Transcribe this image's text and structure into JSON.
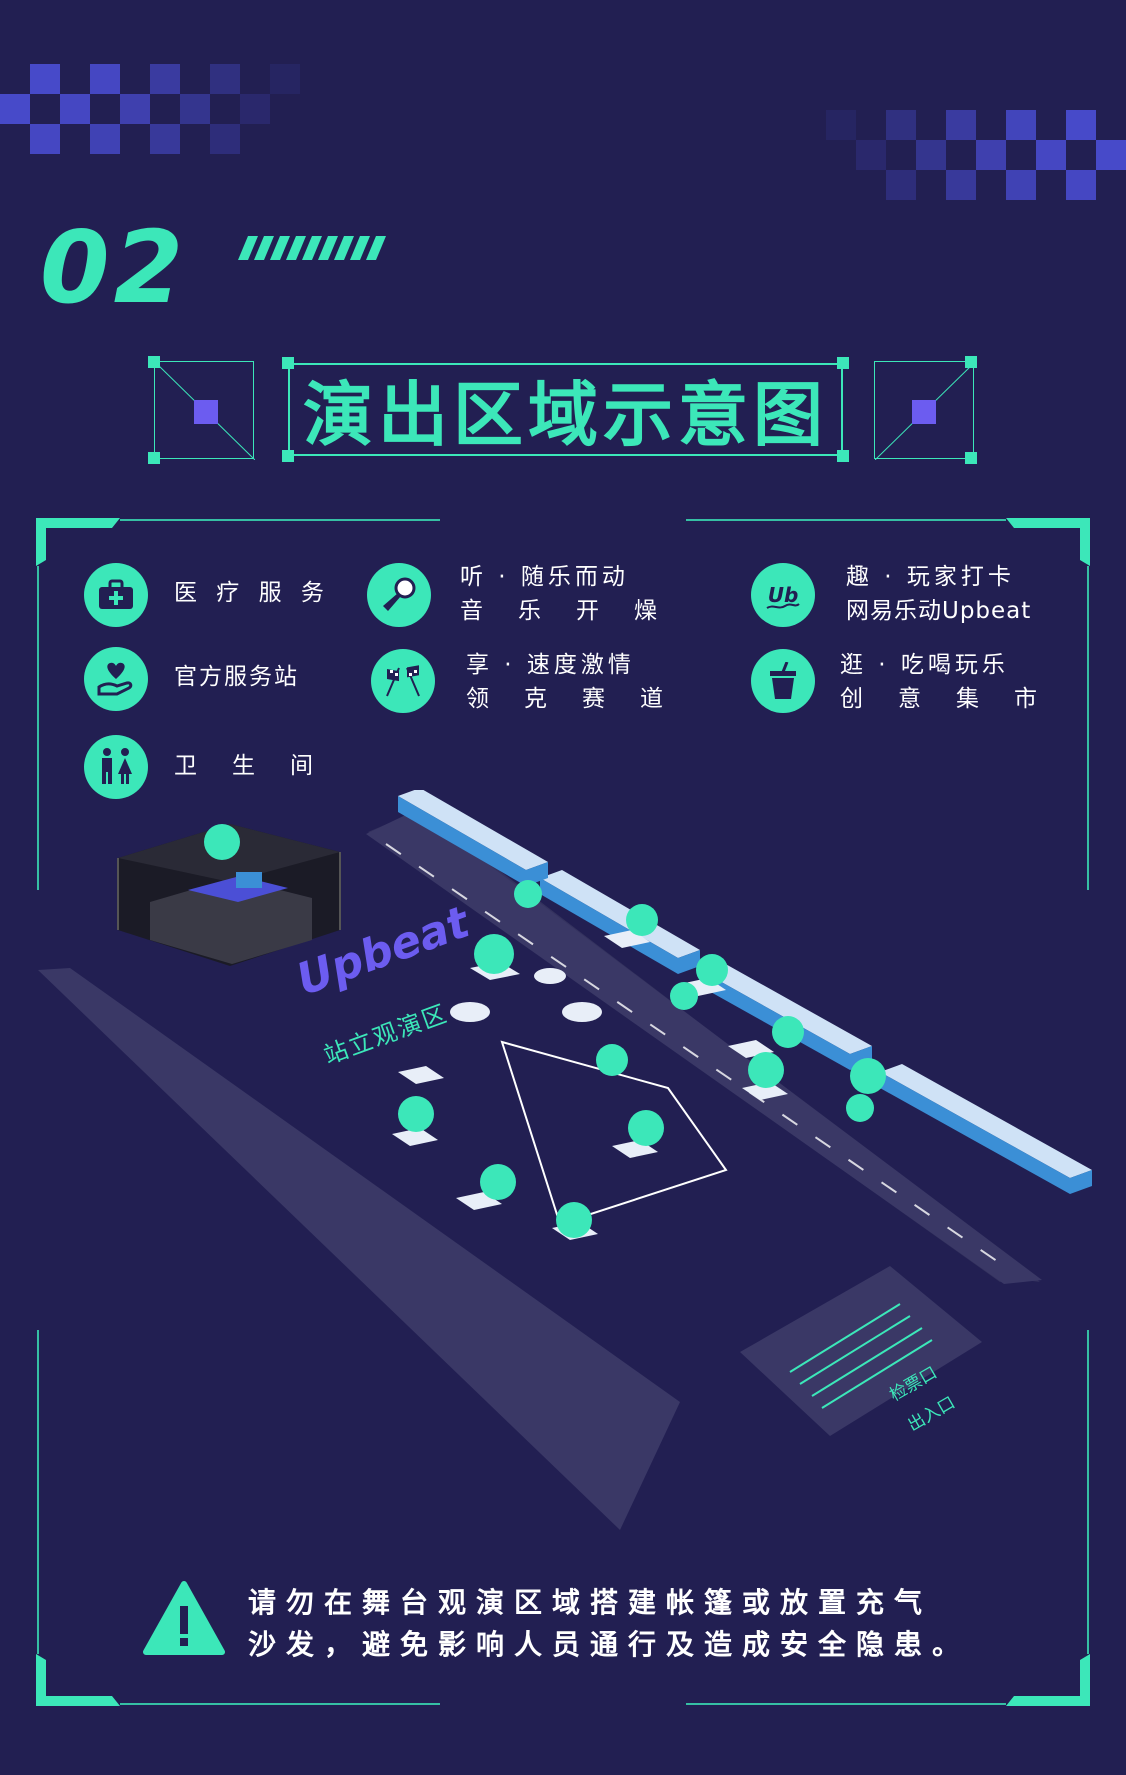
{
  "section_number": "02",
  "title": "演出区域示意图",
  "legend": [
    {
      "icon": "medical-kit-icon",
      "lines": [
        "医 疗 服 务"
      ]
    },
    {
      "icon": "heart-hand-icon",
      "lines": [
        "官方服务站"
      ]
    },
    {
      "icon": "restroom-icon",
      "lines": [
        "卫　生　间"
      ]
    },
    {
      "icon": "microphone-icon",
      "lines": [
        "听 · 随乐而动",
        "音　乐　开　燥"
      ]
    },
    {
      "icon": "racing-flags-icon",
      "lines": [
        "享 · 速度激情",
        "领　克　赛　道"
      ]
    },
    {
      "icon": "upbeat-logo-icon",
      "lines": [
        "趣 · 玩家打卡",
        "网易乐动Upbeat"
      ]
    },
    {
      "icon": "drink-cup-icon",
      "lines": [
        "逛 · 吃喝玩乐",
        "创　意　集　市"
      ]
    }
  ],
  "map": {
    "zone_logo": "Upbeat",
    "zone_label": "站立观演区",
    "gate_labels": [
      "检票口",
      "出入口"
    ]
  },
  "warning": {
    "icon": "warning-triangle-icon",
    "lines": [
      "请勿在舞台观演区域搭建帐篷或放置充气",
      "沙发，避免影响人员通行及造成安全隐患。"
    ]
  },
  "colors": {
    "background": "#221f52",
    "accent": "#3ce7b9",
    "purple": "#6c5cf0",
    "checker": "#4b4fd6"
  }
}
